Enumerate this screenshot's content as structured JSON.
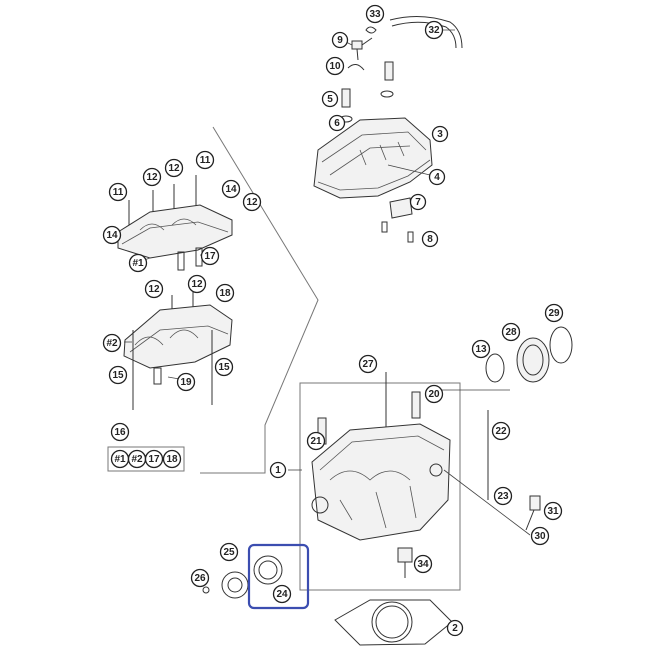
{
  "callouts": [
    {
      "id": "c33",
      "label": "33"
    },
    {
      "id": "c32",
      "label": "32"
    },
    {
      "id": "c9",
      "label": "9"
    },
    {
      "id": "c10",
      "label": "10"
    },
    {
      "id": "c5",
      "label": "5"
    },
    {
      "id": "c6",
      "label": "6"
    },
    {
      "id": "c3",
      "label": "3"
    },
    {
      "id": "c4",
      "label": "4"
    },
    {
      "id": "c7",
      "label": "7"
    },
    {
      "id": "c8",
      "label": "8"
    },
    {
      "id": "c11a",
      "label": "11"
    },
    {
      "id": "c12a",
      "label": "12"
    },
    {
      "id": "c12b",
      "label": "12"
    },
    {
      "id": "c11b",
      "label": "11"
    },
    {
      "id": "c14a",
      "label": "14"
    },
    {
      "id": "c12c",
      "label": "12"
    },
    {
      "id": "c14b",
      "label": "14"
    },
    {
      "id": "c1a",
      "label": "#1"
    },
    {
      "id": "c17a",
      "label": "17"
    },
    {
      "id": "c12d",
      "label": "12"
    },
    {
      "id": "c12e",
      "label": "12"
    },
    {
      "id": "c18a",
      "label": "18"
    },
    {
      "id": "c2a",
      "label": "#2"
    },
    {
      "id": "c15a",
      "label": "15"
    },
    {
      "id": "c19",
      "label": "19"
    },
    {
      "id": "c15b",
      "label": "15"
    },
    {
      "id": "c16",
      "label": "16"
    },
    {
      "id": "c1b",
      "label": "#1"
    },
    {
      "id": "c2b",
      "label": "#2"
    },
    {
      "id": "c17b",
      "label": "17"
    },
    {
      "id": "c18b",
      "label": "18"
    },
    {
      "id": "c27",
      "label": "27"
    },
    {
      "id": "c20",
      "label": "20"
    },
    {
      "id": "c13",
      "label": "13"
    },
    {
      "id": "c28",
      "label": "28"
    },
    {
      "id": "c29",
      "label": "29"
    },
    {
      "id": "c21",
      "label": "21"
    },
    {
      "id": "c22",
      "label": "22"
    },
    {
      "id": "c1",
      "label": "1"
    },
    {
      "id": "c23",
      "label": "23"
    },
    {
      "id": "c31",
      "label": "31"
    },
    {
      "id": "c30",
      "label": "30"
    },
    {
      "id": "c25",
      "label": "25"
    },
    {
      "id": "c34",
      "label": "34"
    },
    {
      "id": "c26",
      "label": "26"
    },
    {
      "id": "c24",
      "label": "24"
    },
    {
      "id": "c2",
      "label": "2"
    }
  ]
}
